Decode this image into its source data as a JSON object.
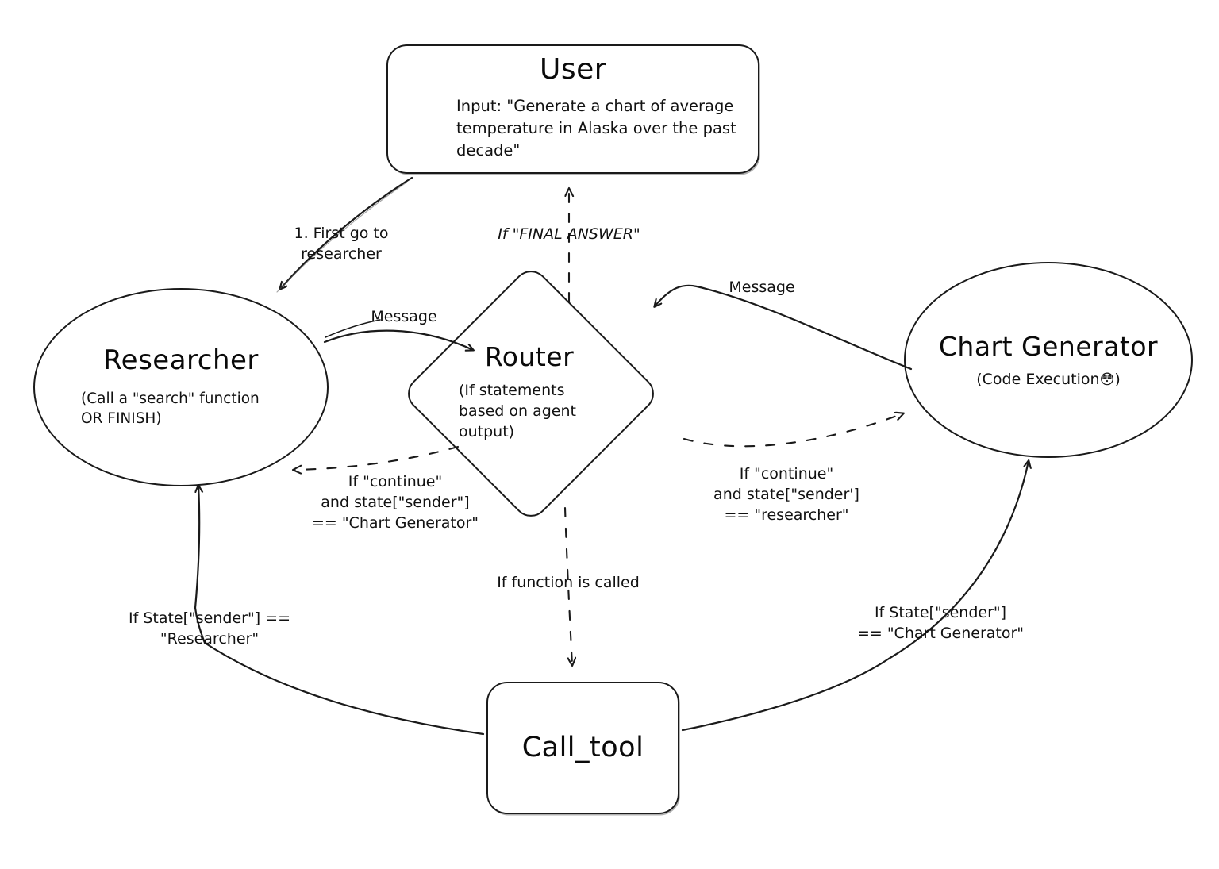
{
  "diagram": {
    "title": "Multi-agent LangGraph routing diagram",
    "nodes": {
      "user": {
        "label": "User",
        "detail": "Input: \"Generate a chart of\naverage temperature in Alaska\nover the past decade\"",
        "shape": "rounded-rectangle"
      },
      "researcher": {
        "label": "Researcher",
        "detail": "(Call a \"search\" function\nOR FINISH)",
        "shape": "ellipse"
      },
      "router": {
        "label": "Router",
        "detail": "(If statements\nbased on agent\noutput)",
        "shape": "diamond"
      },
      "chart_generator": {
        "label": "Chart\nGenerator",
        "detail": "(Code Execution",
        "detail_emoji": "😳",
        "detail_close": ")",
        "shape": "ellipse"
      },
      "call_tool": {
        "label": "Call_tool",
        "shape": "rounded-rectangle"
      }
    },
    "edges": [
      {
        "id": "user-to-researcher",
        "from": "user",
        "to": "researcher",
        "label": "1. First go to\nresearcher",
        "style": "solid"
      },
      {
        "id": "researcher-to-router",
        "from": "researcher",
        "to": "router",
        "label": "Message",
        "style": "solid"
      },
      {
        "id": "chartgen-to-router",
        "from": "chart_generator",
        "to": "router",
        "label": "Message",
        "style": "solid"
      },
      {
        "id": "router-to-user",
        "from": "router",
        "to": "user",
        "label": "If \"FINAL ANSWER\"",
        "style": "dashed"
      },
      {
        "id": "router-to-researcher",
        "from": "router",
        "to": "researcher",
        "label": "If \"continue\"\nand state[\"sender\"]\n== \"Chart Generator\"",
        "style": "dashed"
      },
      {
        "id": "router-to-chartgen",
        "from": "router",
        "to": "chart_generator",
        "label": "If \"continue\"\nand state[\"sender']\n== \"researcher\"",
        "style": "dashed"
      },
      {
        "id": "router-to-calltool",
        "from": "router",
        "to": "call_tool",
        "label": "If function is called",
        "style": "dashed"
      },
      {
        "id": "calltool-to-researcher",
        "from": "call_tool",
        "to": "researcher",
        "label": "If State[\"sender\"] ==\n\"Researcher\"",
        "style": "solid"
      },
      {
        "id": "calltool-to-chartgen",
        "from": "call_tool",
        "to": "chart_generator",
        "label": "If State[\"sender\"]\n== \"Chart Generator\"",
        "style": "solid"
      }
    ],
    "colors": {
      "stroke": "#1a1a1a",
      "text": "#111111",
      "background": "#ffffff"
    }
  }
}
